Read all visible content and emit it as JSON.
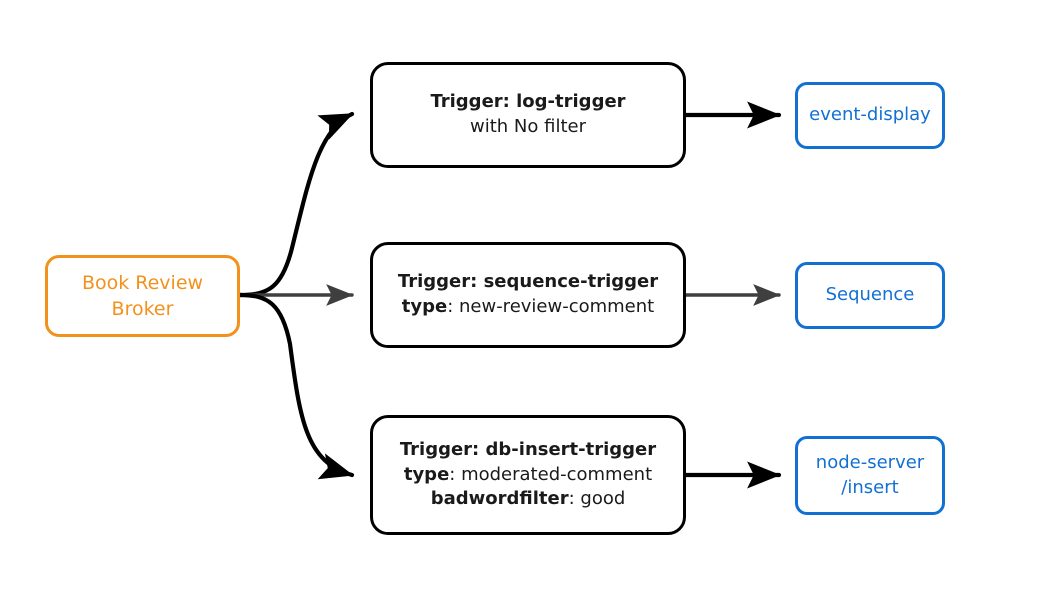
{
  "diagram": {
    "type": "event-broker-trigger-flow",
    "background": "#ffffff",
    "colors": {
      "broker_accent": "#f2921d",
      "endpoint_accent": "#1370d3",
      "trigger_border": "#000000",
      "arrow_black": "#000000",
      "arrow_gray": "#3f3f3f"
    },
    "broker": {
      "name": "book-review-broker",
      "line1": "Book Review",
      "line2": "Broker"
    },
    "triggers": [
      {
        "name": "log-trigger",
        "title_label": "Trigger:",
        "title_value": "log-trigger",
        "detail_plain": "with No filter"
      },
      {
        "name": "sequence-trigger",
        "title_label": "Trigger:",
        "title_value": "sequence-trigger",
        "filters": [
          {
            "key": "type",
            "sep": ": ",
            "value": "new-review-comment"
          }
        ]
      },
      {
        "name": "db-insert-trigger",
        "title_label": "Trigger:",
        "title_value": "db-insert-trigger",
        "filters": [
          {
            "key": "type",
            "sep": ": ",
            "value": "moderated-comment"
          },
          {
            "key": "badwordfilter",
            "sep": ": ",
            "value": "good"
          }
        ]
      }
    ],
    "endpoints": [
      {
        "name": "event-display",
        "line1": "event-display",
        "line2": ""
      },
      {
        "name": "sequence",
        "line1": "Sequence",
        "line2": ""
      },
      {
        "name": "node-server-insert",
        "line1": "node-server",
        "line2": "/insert"
      }
    ],
    "edges": [
      {
        "from": "book-review-broker",
        "to": "log-trigger",
        "style": "curved",
        "color": "#000000"
      },
      {
        "from": "book-review-broker",
        "to": "sequence-trigger",
        "style": "straight",
        "color": "#3f3f3f"
      },
      {
        "from": "book-review-broker",
        "to": "db-insert-trigger",
        "style": "curved",
        "color": "#000000"
      },
      {
        "from": "log-trigger",
        "to": "event-display",
        "style": "straight",
        "color": "#000000"
      },
      {
        "from": "sequence-trigger",
        "to": "sequence",
        "style": "straight",
        "color": "#3f3f3f"
      },
      {
        "from": "db-insert-trigger",
        "to": "node-server-insert",
        "style": "straight",
        "color": "#000000"
      }
    ]
  }
}
